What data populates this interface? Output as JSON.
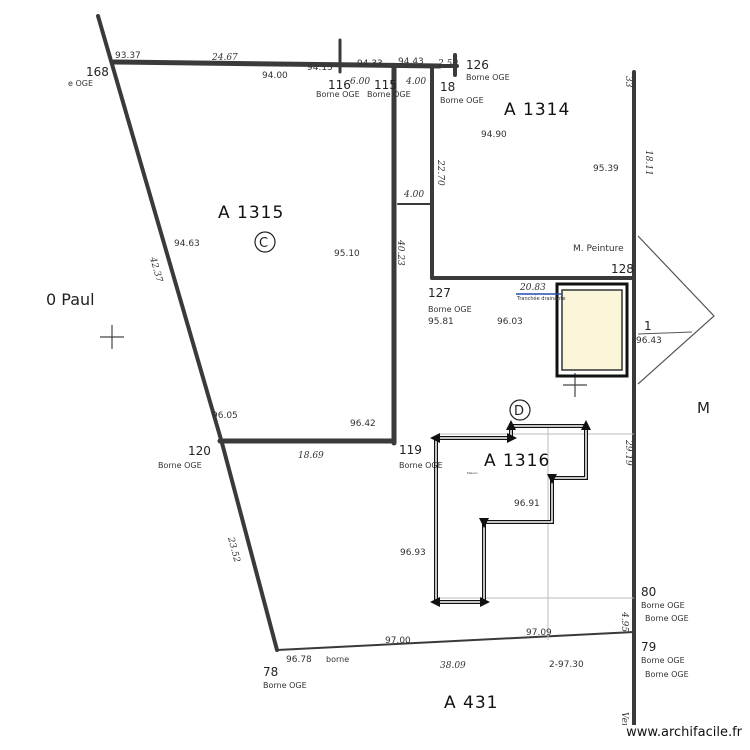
{
  "parcels": {
    "a1315": "A 1315",
    "a1314": "A 1314",
    "a1316": "A 1316",
    "a431": "A 431",
    "lot_c": "C",
    "lot_d": "D"
  },
  "bornes": {
    "b168": "168",
    "b116": "116",
    "b115": "115",
    "b18": "18",
    "b126": "126",
    "b127": "127",
    "b128": "128",
    "b120": "120",
    "b119": "119",
    "b80": "80",
    "b79": "79",
    "b78": "78",
    "b1": "1",
    "borne_oge": "Borne OGE",
    "oge_left": "e OGE",
    "borne_lower": "borne"
  },
  "altitudes": {
    "a9337": "93.37",
    "a9400": "94.00",
    "a9413": "94.13",
    "a9433": "94.33",
    "a9443": "94.43",
    "a9490": "94.90",
    "a9539": "95.39",
    "a9463": "94.63",
    "a9510": "95.10",
    "a9581": "95.81",
    "a9603": "96.03",
    "a9643": "96.43",
    "a9605": "96.05",
    "a9642": "96.42",
    "a9691": "96.91",
    "a9693": "96.93",
    "a9700": "97.00",
    "a9709": "97.09",
    "a9678": "96.78",
    "a9730": "2-97.30"
  },
  "lengths": {
    "l2467": "24.67",
    "l600": "6.00",
    "l400a": "4.00",
    "l250": "2.50",
    "l400b": "4.00",
    "l2283": "20.83",
    "l1811": "18.11",
    "l4237": "42.37",
    "l4023": "40.23",
    "l2270": "22.70",
    "l1869": "18.69",
    "l2352": "23.52",
    "l3809": "38.09",
    "l2919": "29.19",
    "l495": "4.95",
    "l33": "33",
    "ver": "Ver"
  },
  "texts": {
    "paul": "0 Paul",
    "peinture": "M. Peinture",
    "tranchee": "Tranchée drainante",
    "m_right": "M",
    "maison": "Maison",
    "watermark": "www.archifacile.fr"
  }
}
